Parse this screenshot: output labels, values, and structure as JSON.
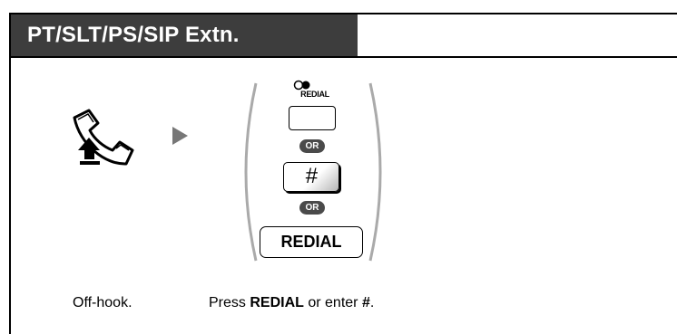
{
  "header": {
    "title": "PT/SLT/PS/SIP Extn."
  },
  "icons": {
    "handset": "off-hook-handset-icon",
    "step_arrow": "play-arrow-icon",
    "indicator": "redial-indicator-icon"
  },
  "keys": {
    "indicator_label": "REDIAL",
    "or_1": "OR",
    "hash_label": "#",
    "or_2": "OR",
    "redial_label": "REDIAL"
  },
  "captions": {
    "step1": "Off-hook.",
    "step2_prefix": "Press ",
    "step2_bold1": "REDIAL",
    "step2_mid": " or enter ",
    "step2_bold2": "#",
    "step2_suffix": "."
  },
  "colors": {
    "header_bg": "#3d3d3d",
    "header_text": "#ffffff",
    "badge_bg": "#4a4a4a",
    "arrow": "#777777"
  }
}
